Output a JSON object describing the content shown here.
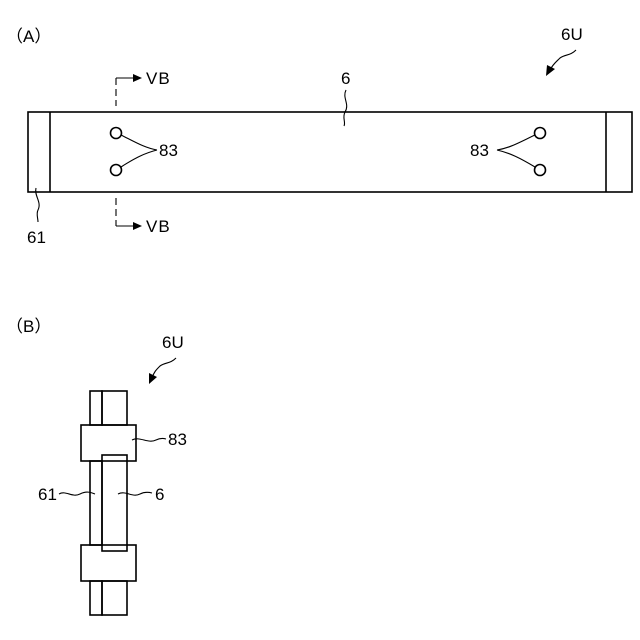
{
  "figure_a": {
    "panel_label": "（A）",
    "view_label": "6U",
    "part_label": "6",
    "flange_label": "61",
    "hole_label_left": "83",
    "hole_label_right": "83",
    "section_top": "VB",
    "section_bottom": "VB"
  },
  "figure_b": {
    "panel_label": "（B）",
    "view_label": "6U",
    "pin_label": "83",
    "flange_label": "61",
    "part_label": "6"
  }
}
